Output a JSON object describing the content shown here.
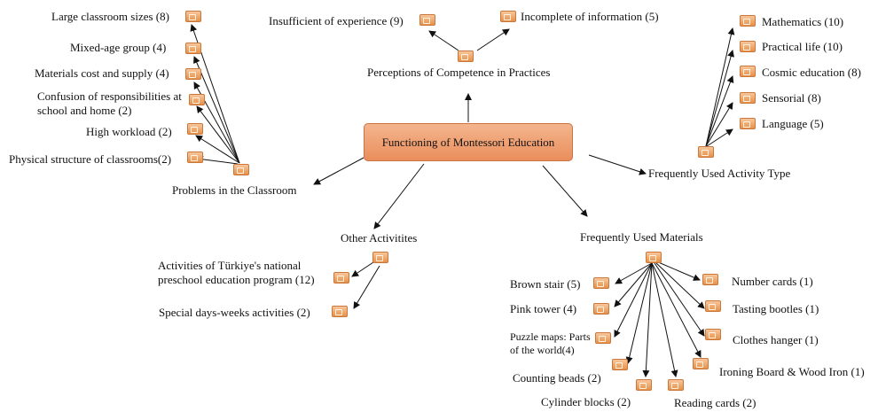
{
  "center": "Functioning of Montessori Education",
  "perceptions": {
    "title": "Perceptions of Competence in Practices",
    "items": [
      "Insufficient of experience (9)",
      "Incomplete of information (5)"
    ]
  },
  "problems": {
    "title": "Problems in the Classroom",
    "items": [
      "Large classroom sizes (8)",
      "Mixed-age group (4)",
      "Materials cost and supply (4)",
      "Confusion of responsibilities at school and home (2)",
      "High workload (2)",
      "Physical structure of classrooms(2)"
    ]
  },
  "activity_type": {
    "title": "Frequently Used Activity Type",
    "items": [
      "Mathematics (10)",
      "Practical life (10)",
      "Cosmic education (8)",
      "Sensorial (8)",
      "Language (5)"
    ]
  },
  "other": {
    "title": "Other Activitites",
    "items": [
      "Activities of Türkiye's national preschool education program (12)",
      "Special days-weeks activities (2)"
    ]
  },
  "materials": {
    "title": "Frequently Used Materials",
    "items": [
      "Brown stair (5)",
      "Pink tower (4)",
      "Puzzle maps: Parts of the world(4)",
      "Counting beads (2)",
      "Cylinder blocks (2)",
      "Reading cards (2)",
      "Ironing Board & Wood Iron (1)",
      "Clothes hanger (1)",
      "Tasting bootles (1)",
      "Number cards (1)"
    ]
  }
}
